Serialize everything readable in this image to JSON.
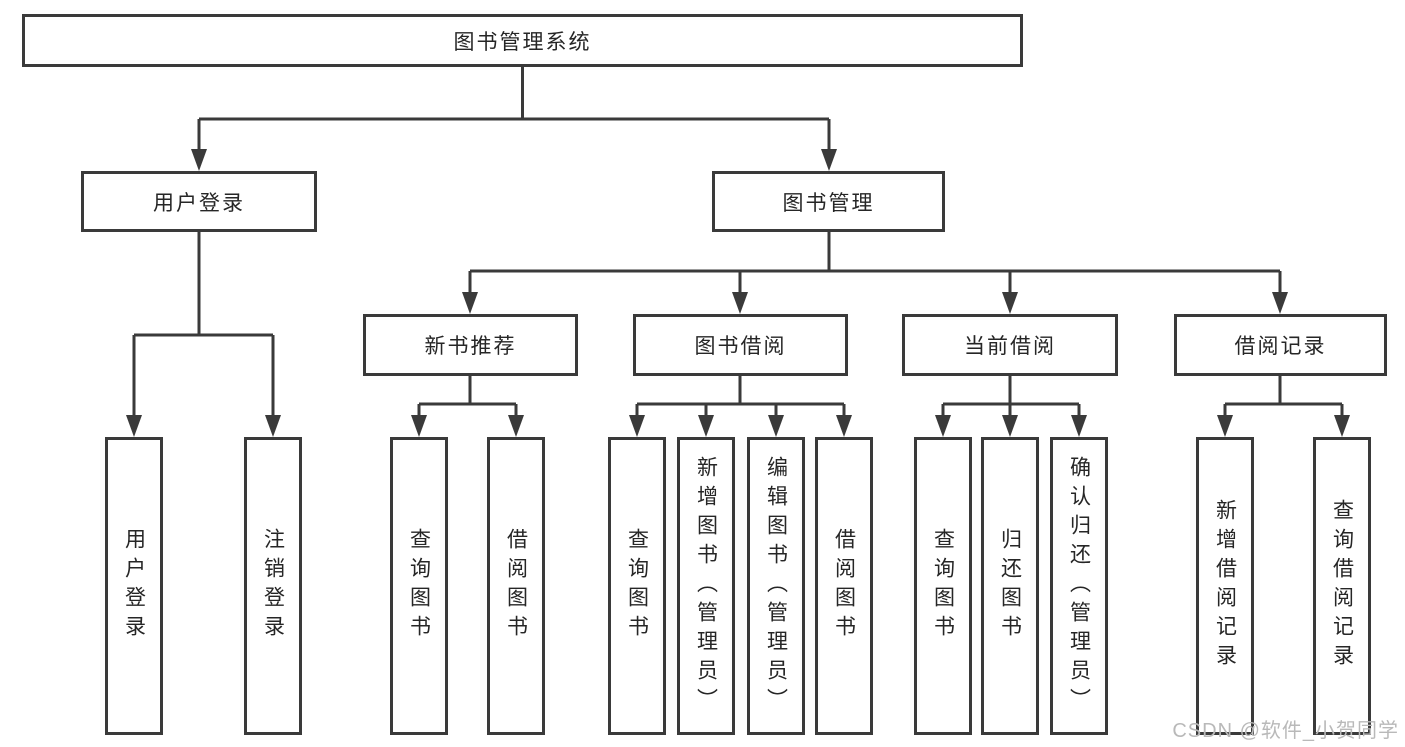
{
  "colors": {
    "line": "#3a3a3a",
    "text": "#262626",
    "background": "#ffffff",
    "watermark": "#b9b9b9"
  },
  "watermark": {
    "text": "CSDN @软件_小贺同学"
  },
  "diagram": {
    "root": {
      "label": "图书管理系统"
    },
    "branches": [
      {
        "label": "用户登录",
        "children": [
          {
            "label": "用户登录"
          },
          {
            "label": "注销登录"
          }
        ]
      },
      {
        "label": "图书管理",
        "groups": [
          {
            "label": "新书推荐",
            "children": [
              {
                "label": "查询图书"
              },
              {
                "label": "借阅图书"
              }
            ]
          },
          {
            "label": "图书借阅",
            "children": [
              {
                "label": "查询图书"
              },
              {
                "label": "新增图书（管理员）"
              },
              {
                "label": "编辑图书（管理员）"
              },
              {
                "label": "借阅图书"
              }
            ]
          },
          {
            "label": "当前借阅",
            "children": [
              {
                "label": "查询图书"
              },
              {
                "label": "归还图书"
              },
              {
                "label": "确认归还（管理员）"
              }
            ]
          },
          {
            "label": "借阅记录",
            "children": [
              {
                "label": "新增借阅记录"
              },
              {
                "label": "查询借阅记录"
              }
            ]
          }
        ]
      }
    ]
  }
}
